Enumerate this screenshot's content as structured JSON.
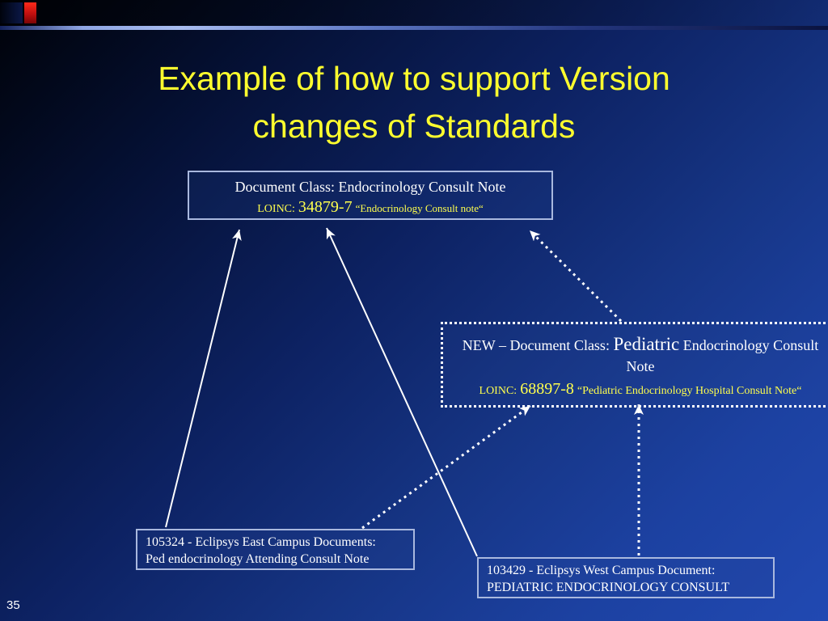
{
  "slide": {
    "page_number": "35",
    "title_line1": "Example of how to support Version",
    "title_line2": "changes of Standards"
  },
  "nodes": {
    "old_class": {
      "line1": "Document Class: Endocrinology Consult Note",
      "loinc_label": "LOINC:",
      "loinc_code": "34879-7",
      "loinc_desc": "“Endocrinology Consult note“"
    },
    "new_class": {
      "prefix": "NEW – Document Class:",
      "emph": "Pediatric",
      "suffix": "Endocrinology Consult Note",
      "loinc_label": "LOINC:",
      "loinc_code": "68897-8",
      "loinc_desc": "“Pediatric Endocrinology Hospital Consult Note“"
    },
    "east_campus": {
      "line1": "105324 - Eclipsys East Campus Documents:",
      "line2": "Ped endocrinology Attending Consult Note"
    },
    "west_campus": {
      "line1": "103429 - Eclipsys West Campus Document:",
      "line2": "PEDIATRIC ENDOCRINOLOGY CONSULT"
    }
  },
  "edges": [
    {
      "from": "105324 Eclipsys East Campus Documents",
      "to": "Document Class: Endocrinology Consult Note",
      "style": "solid"
    },
    {
      "from": "103429 Eclipsys West Campus Document",
      "to": "Document Class: Endocrinology Consult Note",
      "style": "solid"
    },
    {
      "from": "NEW Document Class: Pediatric Endocrinology Consult Note",
      "to": "Document Class: Endocrinology Consult Note",
      "style": "dotted"
    },
    {
      "from": "105324 Eclipsys East Campus Documents",
      "to": "NEW Document Class: Pediatric Endocrinology Consult Note",
      "style": "dotted"
    },
    {
      "from": "103429 Eclipsys West Campus Document",
      "to": "NEW Document Class: Pediatric Endocrinology Consult Note",
      "style": "dotted"
    }
  ],
  "colors": {
    "title_yellow": "#ffff2e",
    "loinc_yellow": "#ffff4d",
    "box_border": "#a9b8de",
    "arrow": "#ffffff",
    "red_accent": "#c00f0f",
    "background_dark": "#000208",
    "background_blue": "#2149b2"
  }
}
